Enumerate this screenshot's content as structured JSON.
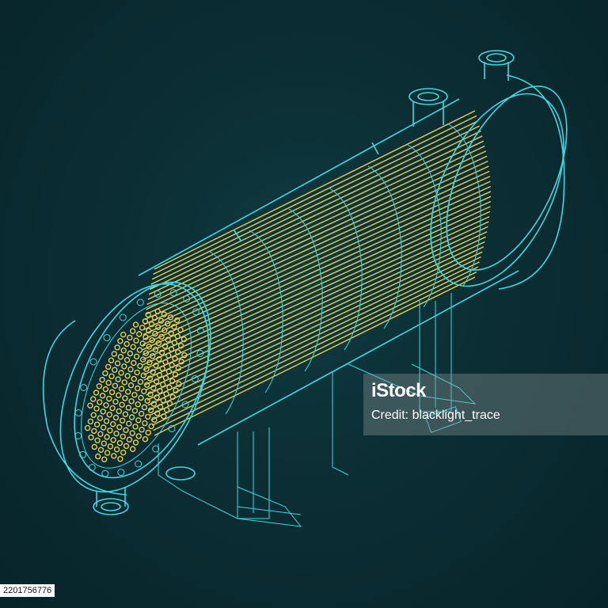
{
  "watermark": {
    "brand": "iStock",
    "credit": "Credit: blacklight_trace"
  },
  "image_id": "2201756776",
  "colors": {
    "background": "#0b2e34",
    "outline": "#3fd8e0",
    "tubes": "#e8cf52"
  }
}
